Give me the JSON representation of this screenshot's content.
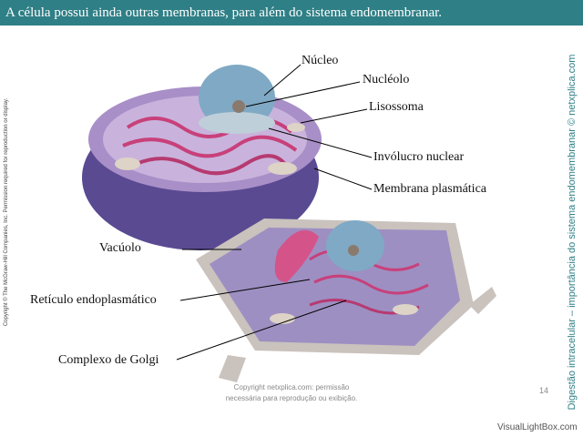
{
  "slide": {
    "title": "A célula possui ainda outras membranas, para além do sistema endomembranar.",
    "side_left_text": "Copyright © The McGraw-Hill Companies, Inc. Permission required for reproduction or display.",
    "side_right_text": "Digestão intracelular – importância do sistema endomembranar © netxplica.com",
    "footer_line1": "Copyright netxplica.com: permissão",
    "footer_line2": "necessária para reprodução ou exibição.",
    "page_number": "14",
    "watermark": "VisualLightBox.com"
  },
  "labels": {
    "nucleo": "Núcleo",
    "nucleolo": "Nucléolo",
    "lisossoma": "Lisossoma",
    "involucro": "Invólucro nuclear",
    "membrana": "Membrana plasmática",
    "vacuolo": "Vacúolo",
    "reticulo": "Retículo endoplasmático",
    "golgi": "Complexo de Golgi"
  }
}
